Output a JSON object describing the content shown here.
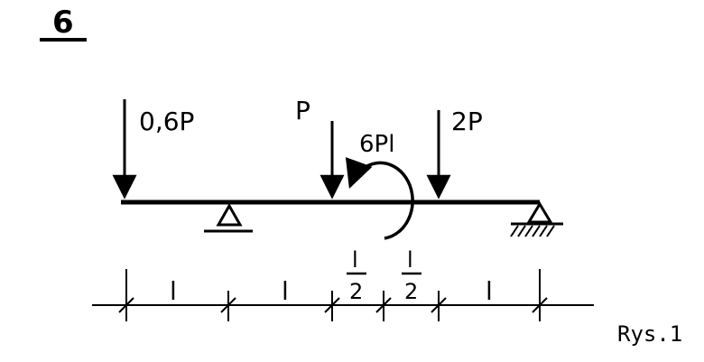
{
  "problem_number": "6",
  "loads": {
    "force_left": "0,6P",
    "force_mid": "P",
    "moment": "6Pl",
    "force_right": "2P"
  },
  "dimensions": {
    "span1": "l",
    "span2": "l",
    "half_top_1": "l",
    "half_bottom_1": "2",
    "half_top_2": "l",
    "half_bottom_2": "2",
    "span5": "l"
  },
  "caption": "Rys.1"
}
